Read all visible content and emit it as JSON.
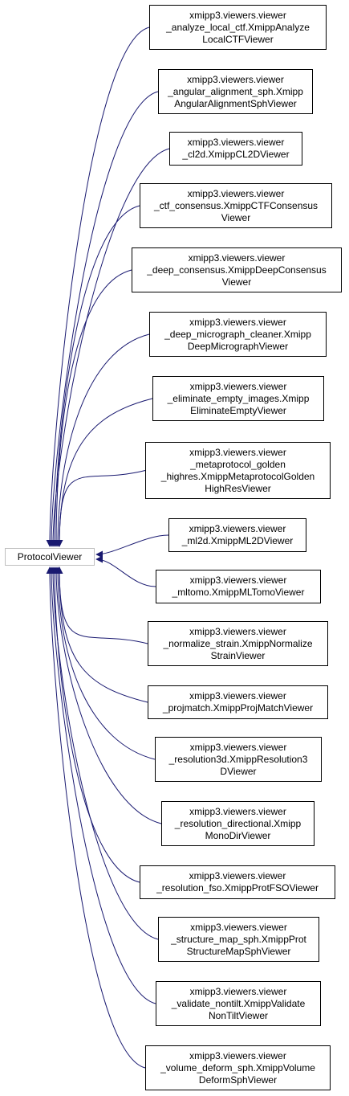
{
  "colors": {
    "edge": "#191970",
    "node_border": "#000000",
    "base_border": "#bfbfbf"
  },
  "base": {
    "label": "ProtocolViewer"
  },
  "derived": [
    {
      "label": "xmipp3.viewers.viewer\n_analyze_local_ctf.XmippAnalyze\nLocalCTFViewer"
    },
    {
      "label": "xmipp3.viewers.viewer\n_angular_alignment_sph.Xmipp\nAngularAlignmentSphViewer"
    },
    {
      "label": "xmipp3.viewers.viewer\n_cl2d.XmippCL2DViewer"
    },
    {
      "label": "xmipp3.viewers.viewer\n_ctf_consensus.XmippCTFConsensus\nViewer"
    },
    {
      "label": "xmipp3.viewers.viewer\n_deep_consensus.XmippDeepConsensus\nViewer"
    },
    {
      "label": "xmipp3.viewers.viewer\n_deep_micrograph_cleaner.Xmipp\nDeepMicrographViewer"
    },
    {
      "label": "xmipp3.viewers.viewer\n_eliminate_empty_images.Xmipp\nEliminateEmptyViewer"
    },
    {
      "label": "xmipp3.viewers.viewer\n_metaprotocol_golden\n_highres.XmippMetaprotocolGolden\nHighResViewer"
    },
    {
      "label": "xmipp3.viewers.viewer\n_ml2d.XmippML2DViewer"
    },
    {
      "label": "xmipp3.viewers.viewer\n_mltomo.XmippMLTomoViewer"
    },
    {
      "label": "xmipp3.viewers.viewer\n_normalize_strain.XmippNormalize\nStrainViewer"
    },
    {
      "label": "xmipp3.viewers.viewer\n_projmatch.XmippProjMatchViewer"
    },
    {
      "label": "xmipp3.viewers.viewer\n_resolution3d.XmippResolution3\nDViewer"
    },
    {
      "label": "xmipp3.viewers.viewer\n_resolution_directional.Xmipp\nMonoDirViewer"
    },
    {
      "label": "xmipp3.viewers.viewer\n_resolution_fso.XmippProtFSOViewer"
    },
    {
      "label": "xmipp3.viewers.viewer\n_structure_map_sph.XmippProt\nStructureMapSphViewer"
    },
    {
      "label": "xmipp3.viewers.viewer\n_validate_nontilt.XmippValidate\nNonTiltViewer"
    },
    {
      "label": "xmipp3.viewers.viewer\n_volume_deform_sph.XmippVolume\nDeformSphViewer"
    }
  ]
}
